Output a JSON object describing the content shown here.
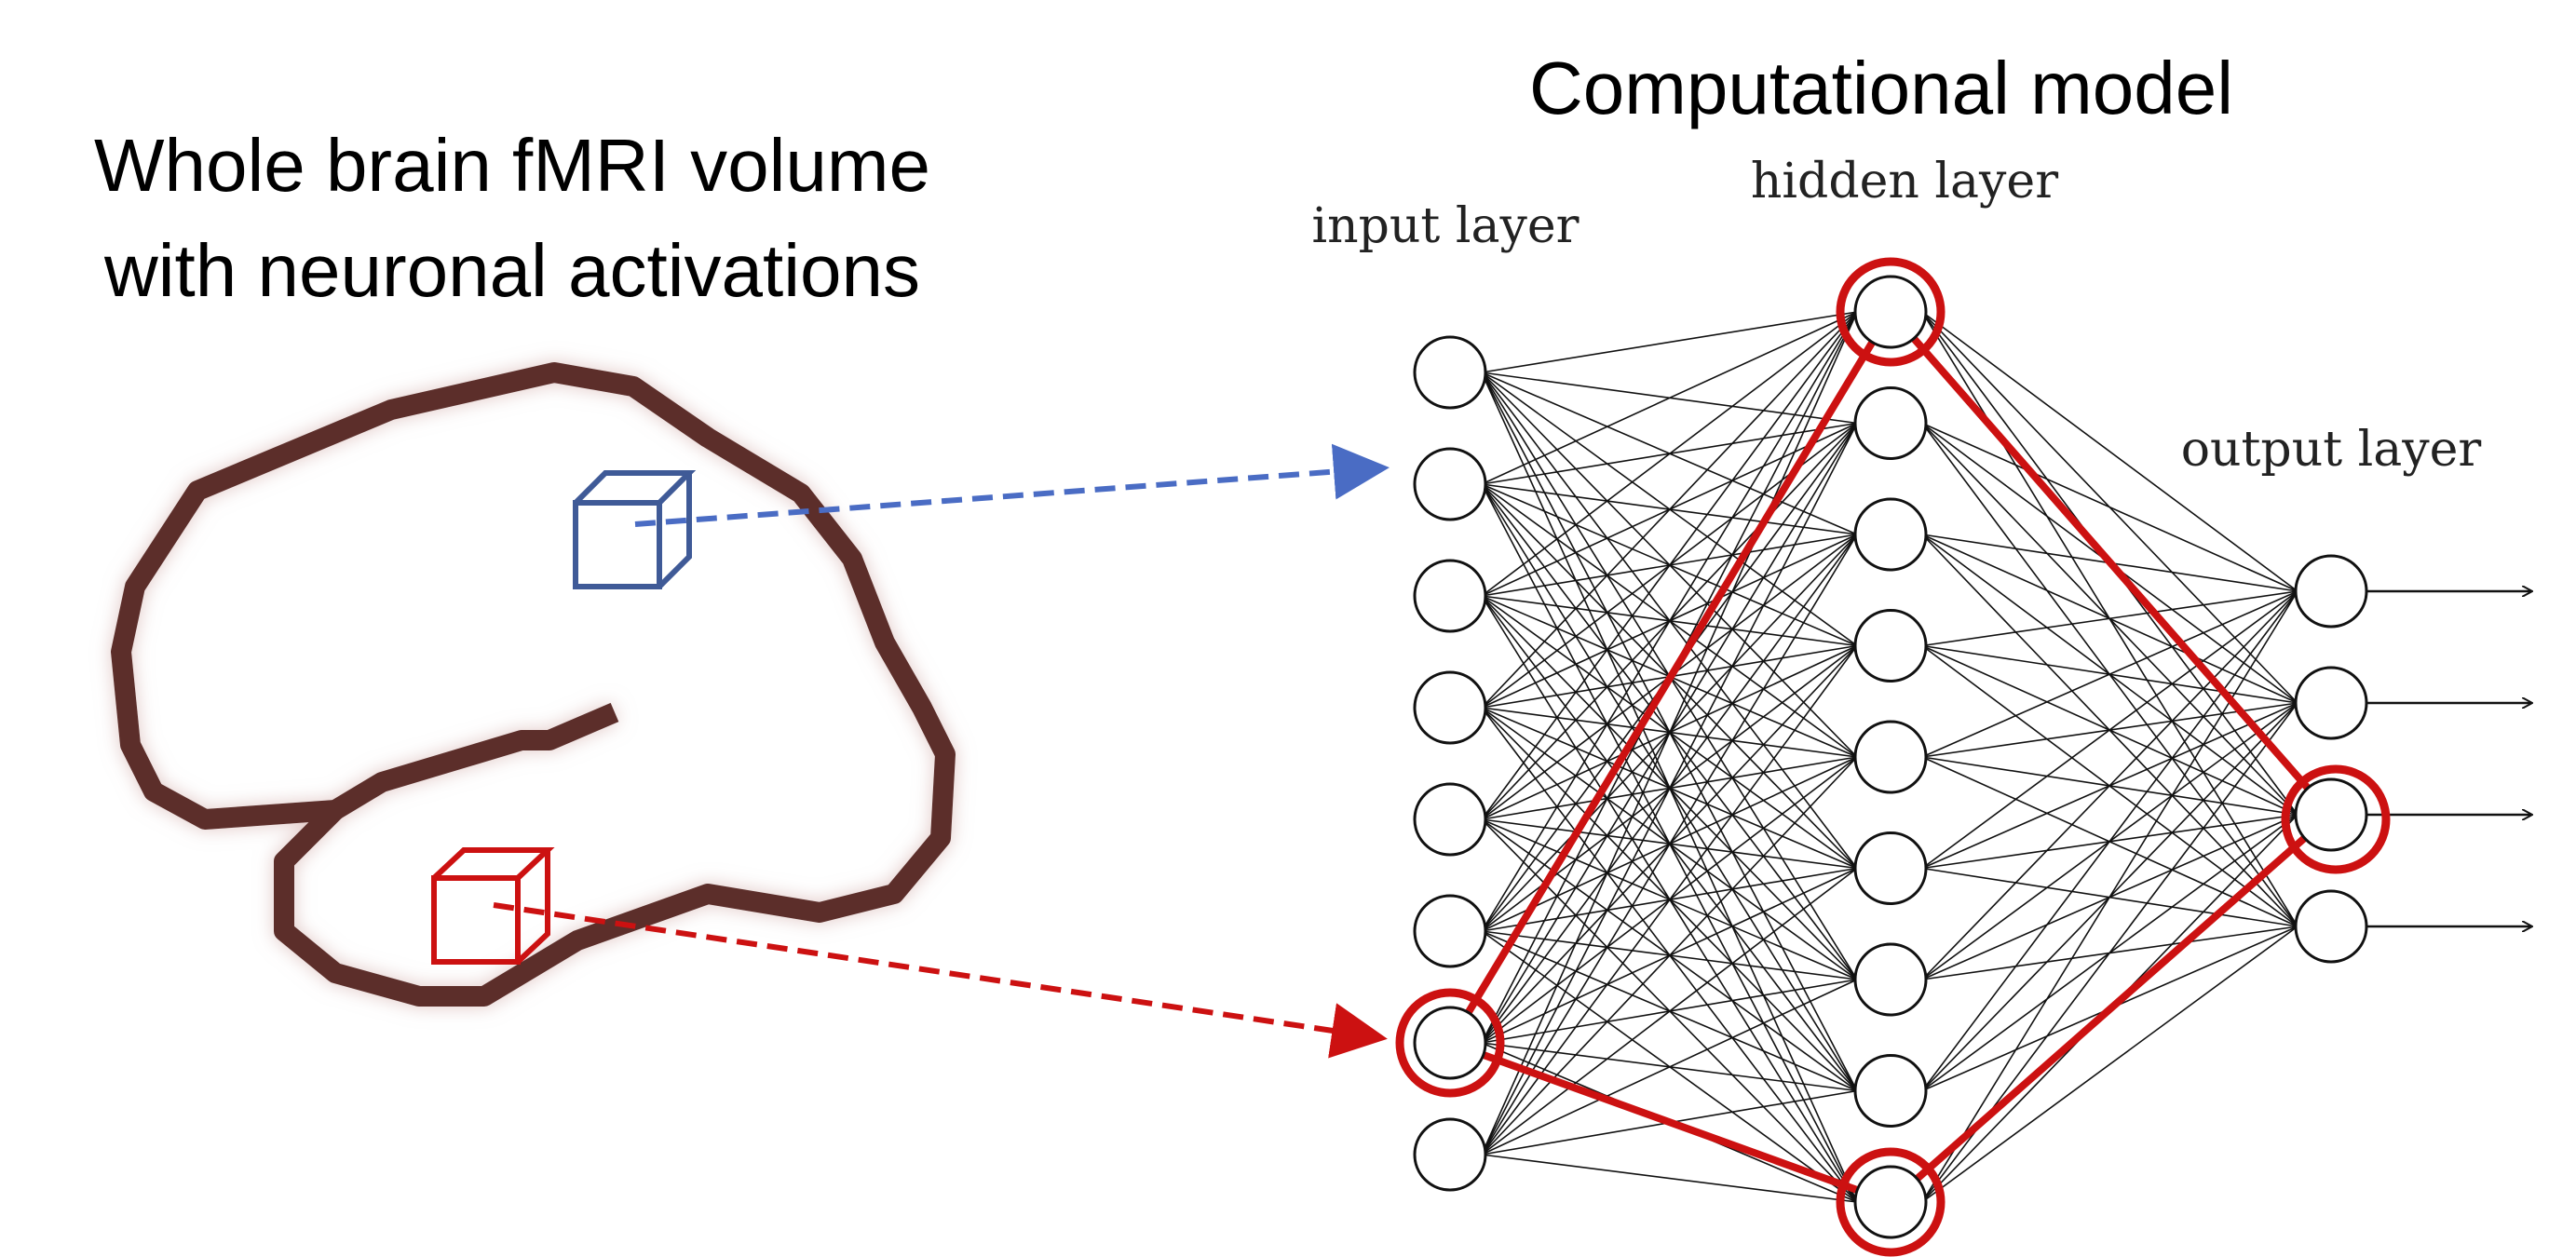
{
  "left_title": {
    "line1": "Whole brain fMRI volume",
    "line2": "with neuronal activations"
  },
  "right_title": "Computational model",
  "layers": {
    "input_label": "input layer",
    "hidden_label": "hidden layer",
    "output_label": "output layer",
    "input_count": 8,
    "hidden_count": 9,
    "output_count": 4
  },
  "highlight": {
    "input_index": 6,
    "hidden_indices": [
      0,
      8
    ],
    "output_index": 2
  },
  "colors": {
    "brain_outline": "#5c2e2b",
    "blue_voxel": "#3f5a97",
    "blue_arrow": "#4a6cc4",
    "red": "#cc1111",
    "network_lines": "#111111"
  }
}
